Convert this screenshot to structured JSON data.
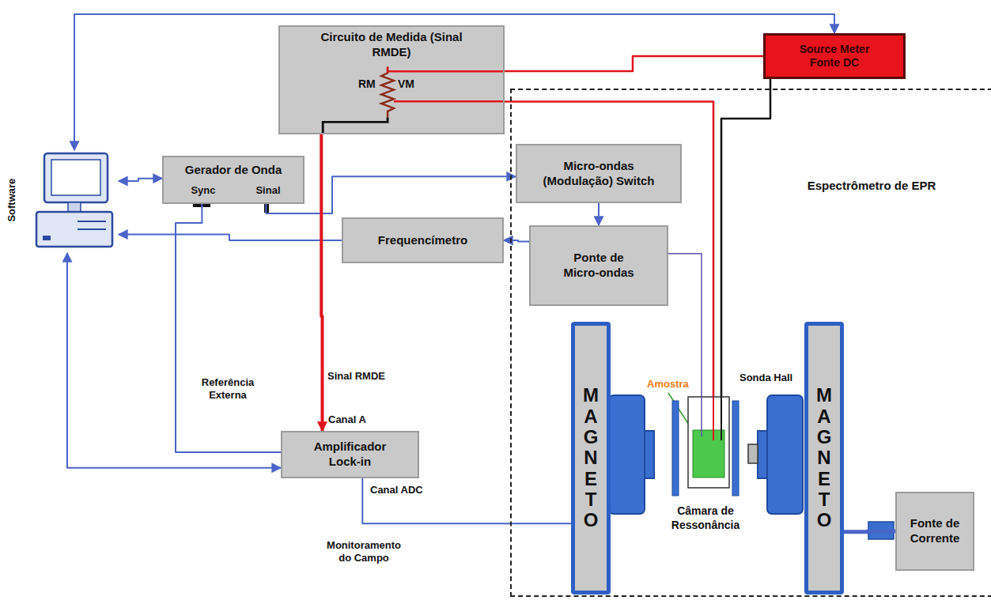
{
  "diagram": {
    "nodes": [
      {
        "text": [
          "Circuito de Medida (Sinal RMDE)"
        ]
      },
      {
        "text": [
          "Source Meter Fonte DC"
        ]
      },
      {
        "text": [
          "Software"
        ]
      },
      {
        "text": [
          "Gerador de Onda",
          "Sync",
          "Sinal"
        ]
      },
      {
        "text": [
          "Espectrômetro de EPR"
        ]
      },
      {
        "text": [
          "Micro-ondas (Modulação) Switch"
        ],
        "in": 4
      },
      {
        "text": [
          "Frequencímetro"
        ]
      },
      {
        "text": [
          "Ponte de Micro-ondas"
        ],
        "in": 4
      },
      {
        "text": [
          "Amplificador Lock-in"
        ]
      },
      {
        "text": [
          "MAGNETO"
        ],
        "in": 4
      },
      {
        "text": [
          "Câmara de Ressonância"
        ],
        "in": 4
      },
      {
        "text": [
          "MAGNETO"
        ],
        "in": 4
      },
      {
        "text": [
          "Fonte de Corrente"
        ],
        "in": 4
      }
    ],
    "edges": [
      {
        "from": 2,
        "to": 1,
        "arrow": "both"
      },
      {
        "from": 2,
        "to": 3,
        "arrow": "both"
      },
      {
        "from": 6,
        "to": 2,
        "arrow": "to"
      },
      {
        "from": 7,
        "to": 6,
        "arrow": "to"
      },
      {
        "from": 3,
        "to": 5,
        "arrow": "to"
      },
      {
        "from": 3,
        "to": 8,
        "label": "Referência Externa",
        "arrow": "none"
      },
      {
        "from": 5,
        "to": 7,
        "arrow": "to"
      },
      {
        "from": 2,
        "to": 8,
        "arrow": "both"
      },
      {
        "from": 0,
        "to": 8,
        "label": "Sinal RMDE",
        "arrow": "to"
      },
      {
        "from": 0,
        "to": 1,
        "arrow": "none"
      },
      {
        "from": 0,
        "to": 10,
        "arrow": "none"
      },
      {
        "from": 1,
        "to": 10,
        "arrow": "none"
      },
      {
        "from": 7,
        "to": 10,
        "arrow": "none"
      },
      {
        "from": 8,
        "to": 9,
        "arrow": "none"
      },
      {
        "from": 12,
        "to": 11,
        "arrow": "none"
      }
    ],
    "labels": [
      "RM",
      "VM",
      "Amostra",
      "Sonda Hall",
      "Canal A",
      "Canal ADC",
      "Monitoramento do Campo"
    ]
  }
}
